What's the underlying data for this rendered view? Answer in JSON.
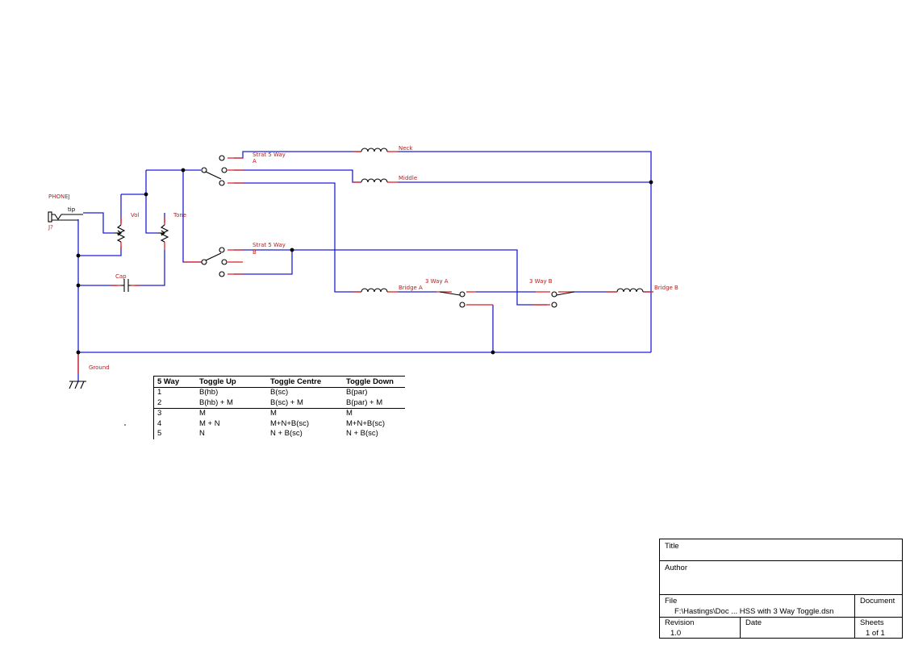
{
  "labels": {
    "phonej": "PHONEJ",
    "jack_ref": "J?",
    "tip": "tip",
    "vol": "Vol",
    "tone": "Tone",
    "cap": "Cap",
    "ground": "Ground",
    "strat_a": "Strat 5 Way",
    "strat_a_sub": "A",
    "strat_b": "Strat 5 Way",
    "strat_b_sub": "B",
    "neck": "Neck",
    "middle": "Middle",
    "bridge_a": "Bridge A",
    "bridge_b": "Bridge B",
    "three_way_a": "3 Way A",
    "three_way_b": "3 Way B"
  },
  "table": {
    "headers": [
      "5 Way",
      "Toggle Up",
      "Toggle Centre",
      "Toggle Down"
    ],
    "rows": [
      [
        "1",
        "B(hb)",
        "B(sc)",
        "B(par)"
      ],
      [
        "2",
        "B(hb) + M",
        "B(sc) + M",
        "B(par) + M"
      ],
      [
        "3",
        "M",
        "M",
        "M"
      ],
      [
        "4",
        "M + N",
        "M+N+B(sc)",
        "M+N+B(sc)"
      ],
      [
        "5",
        "N",
        "N + B(sc)",
        "N + B(sc)"
      ]
    ]
  },
  "title_block": {
    "title_label": "Title",
    "author_label": "Author",
    "file_label": "File",
    "file_value": "F:\\Hastings\\Doc ... HSS with 3 Way Toggle.dsn",
    "document_label": "Document",
    "revision_label": "Revision",
    "revision_value": "1.0",
    "date_label": "Date",
    "sheets_label": "Sheets",
    "sheets_value": "1 of 1"
  },
  "colors": {
    "wire": "#1f1fd6",
    "pin": "#dd2222",
    "label": "#b22222"
  }
}
